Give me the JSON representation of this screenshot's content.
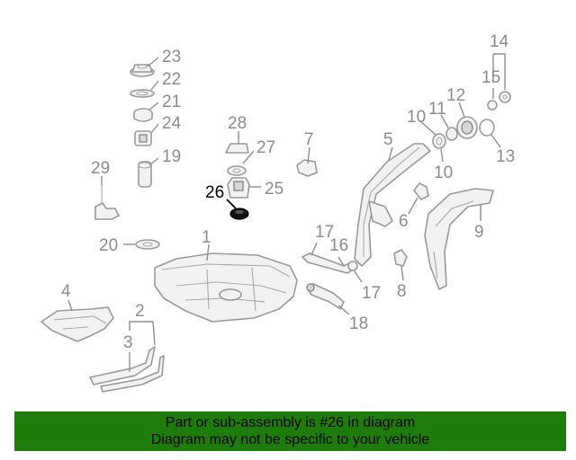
{
  "diagram": {
    "callouts": [
      "23",
      "22",
      "21",
      "24",
      "19",
      "29",
      "28",
      "27",
      "26",
      "25",
      "20",
      "1",
      "4",
      "2",
      "3",
      "7",
      "5",
      "10",
      "11",
      "12",
      "14",
      "15",
      "13",
      "6",
      "9",
      "17",
      "16",
      "8",
      "18"
    ],
    "highlighted_part": "26",
    "colors": {
      "part_stroke": "#9a9a9a",
      "label_text": "#8c8c8c",
      "highlight": "#000000",
      "banner_bg": "#1e7c0a"
    }
  },
  "banner": {
    "line1": "Part or sub-assembly is #26 in diagram",
    "line2": "Diagram may not be specific to your vehicle"
  }
}
